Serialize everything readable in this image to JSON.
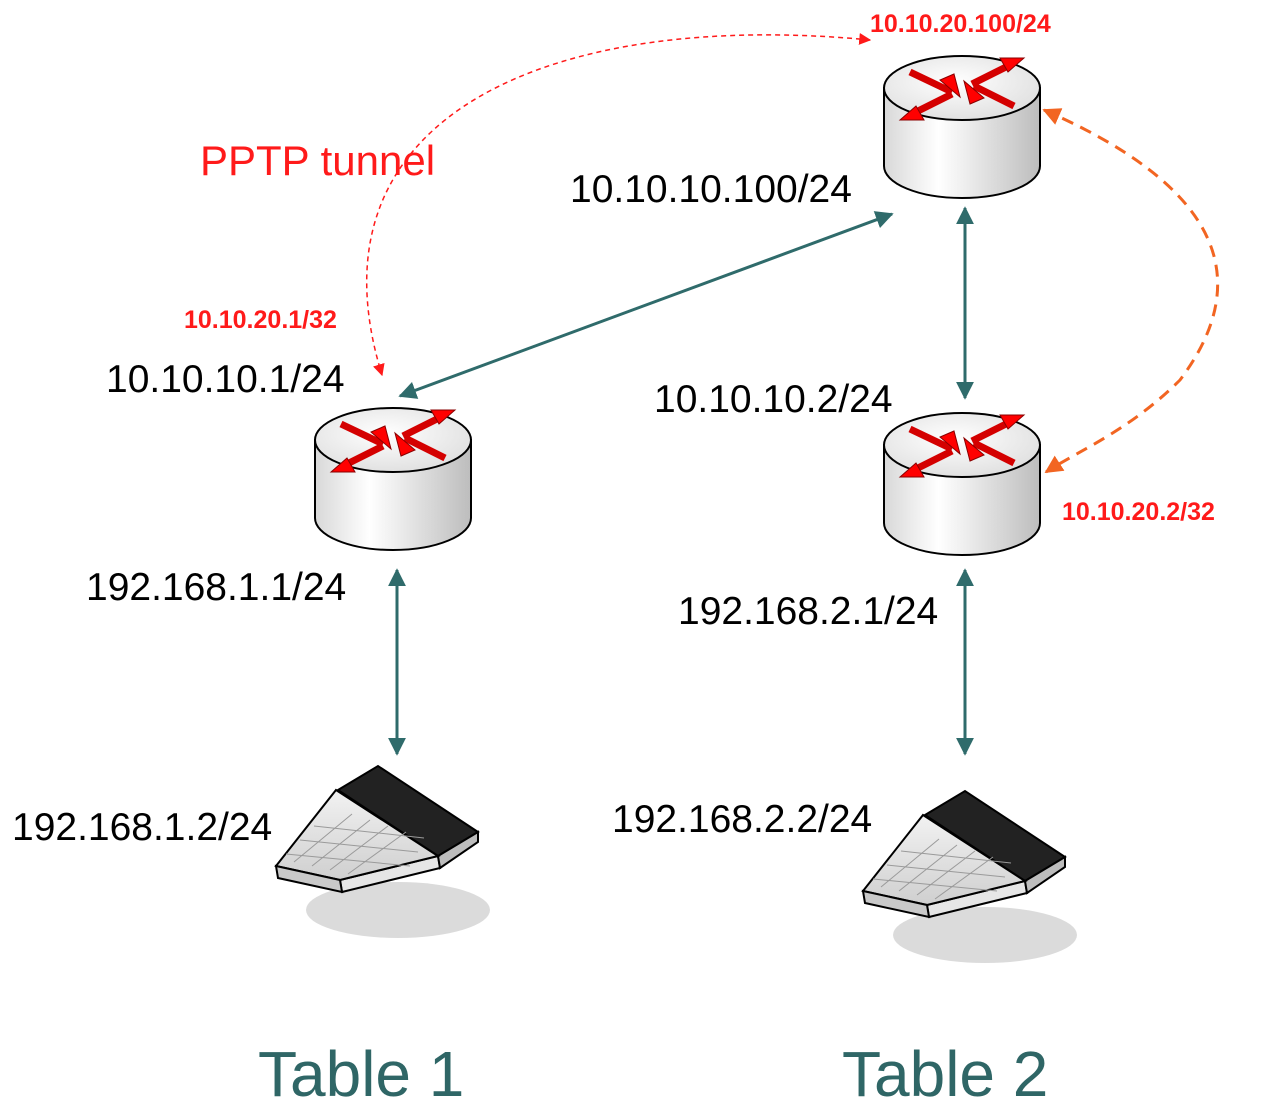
{
  "diagram": {
    "tunnel_label": "PPTP tunnel",
    "hub_router": {
      "tunnel_ip": "10.10.20.100/24",
      "wan_ip": "10.10.10.100/24"
    },
    "router_1": {
      "tunnel_ip": "10.10.20.1/32",
      "wan_ip": "10.10.10.1/24",
      "lan_ip": "192.168.1.1/24"
    },
    "router_2": {
      "tunnel_ip": "10.10.20.2/32",
      "wan_ip": "10.10.10.2/24",
      "lan_ip": "192.168.2.1/24"
    },
    "laptop_1": {
      "ip": "192.168.1.2/24"
    },
    "laptop_2": {
      "ip": "192.168.2.2/24"
    },
    "tables": {
      "left": "Table 1",
      "right": "Table 2"
    },
    "colors": {
      "link": "#2f6b6b",
      "tunnel_red": "#ff1a1a",
      "tunnel_orange": "#f26522",
      "router_arrow": "#e00000",
      "table_text": "#2f6666"
    },
    "icons": {
      "router": "router-icon",
      "laptop": "laptop-icon"
    }
  }
}
